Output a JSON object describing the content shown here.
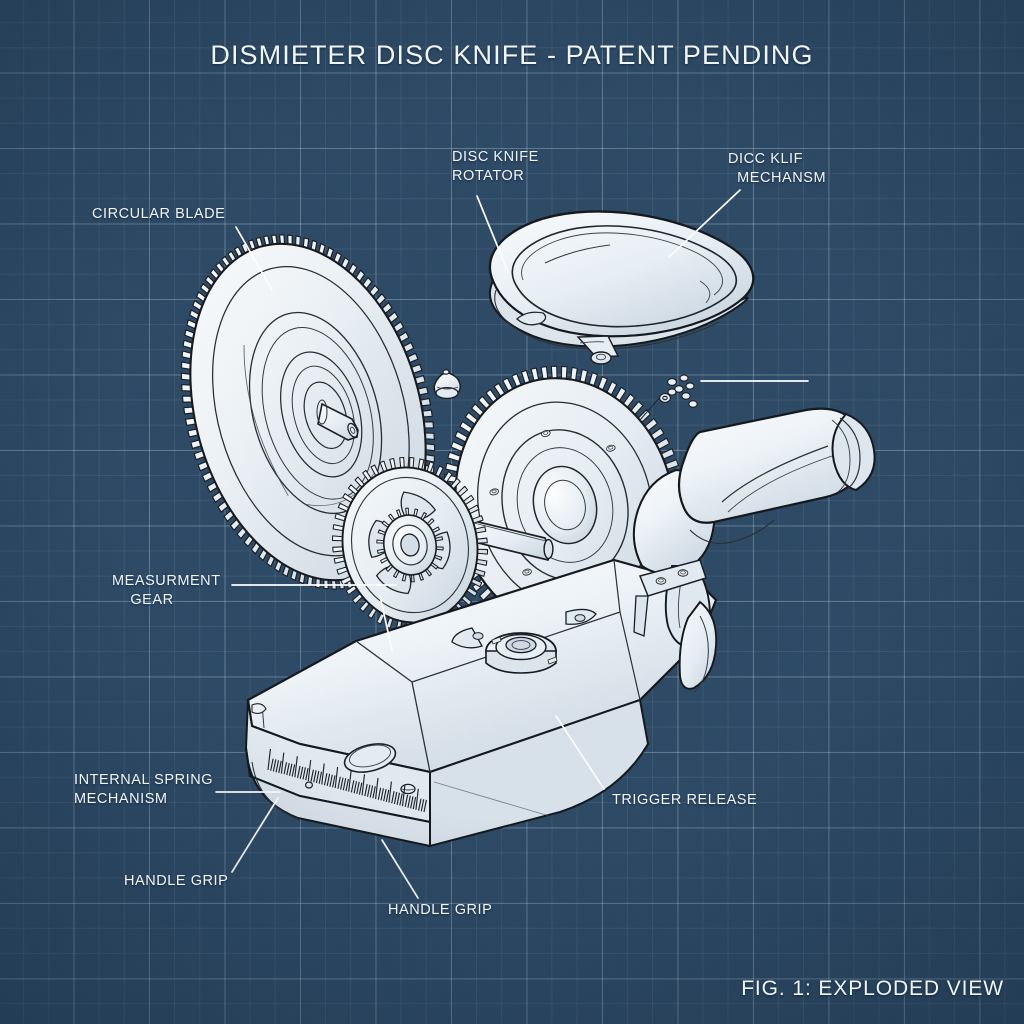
{
  "sheet": {
    "title": "DISMIETER DISC KNIFE - PATENT PENDING",
    "figure_caption": "FIG. 1: EXPLODED VIEW",
    "style": "blueprint",
    "grid_color": "#cde2f2",
    "background_color": "#4d7299",
    "ink_color": "#1b1f24",
    "part_fill": "#eef3f7",
    "label_color": "#f1f6fb"
  },
  "callouts": [
    {
      "id": "circular-blade",
      "text": "CIRCULAR BLADE"
    },
    {
      "id": "disc-knife-rotator",
      "text": "DISC KNIFE\nROTATOR"
    },
    {
      "id": "dicc-klif-mechansm",
      "text": "DICC KLIF\n  MECHANSM"
    },
    {
      "id": "measurment-gear",
      "text": "MEASURMENT\n    GEAR"
    },
    {
      "id": "internal-spring-mechanism",
      "text": "INTERNAL SPRING\nMECHANISM"
    },
    {
      "id": "handle-grip-left",
      "text": "HANDLE GRIP"
    },
    {
      "id": "handle-grip-center",
      "text": "HANDLE GRIP"
    },
    {
      "id": "trigger-release",
      "text": "TRIGGER RELEASE"
    }
  ]
}
